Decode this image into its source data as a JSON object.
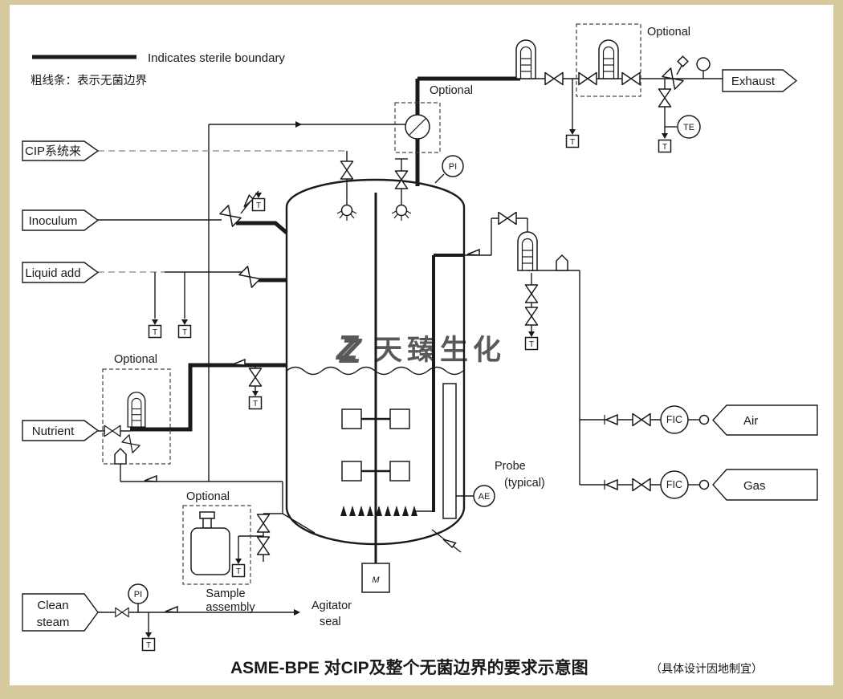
{
  "colors": {
    "background": "#d6ca9c",
    "canvas": "#ffffff",
    "ink": "#1a1a1a",
    "red": "#e60014",
    "blue": "#1414b8",
    "watermark_red": "#dd5f5f",
    "watermark_blue": "#5555cc",
    "dashed_gray": "#9a9a9a"
  },
  "legend": {
    "line_label": "Indicates sterile boundary",
    "line_label_cn": "粗线条：表示无菌边界"
  },
  "stream_tags": {
    "cip_supply": "CIP系统来",
    "inoculum": "Inoculum",
    "liquid_add": "Liquid add",
    "nutrient": "Nutrient",
    "clean_steam_line1": "Clean",
    "clean_steam_line2": "steam",
    "exhaust": "Exhaust",
    "air": "Air",
    "gas": "Gas"
  },
  "instruments": {
    "pressure_indicator": "PI",
    "temperature_element": "TE",
    "analysis_element": "AE",
    "flow_controller": "FIC",
    "steam_trap": "T",
    "motor": "M"
  },
  "annotations": {
    "optional": "Optional",
    "probe_line1": "Probe",
    "probe_line2": "(typical)",
    "sample_line1": "Sample",
    "sample_line2": "assembly",
    "agitator_line1": "Agitator",
    "agitator_line2": "seal"
  },
  "watermark": {
    "logo": "Z",
    "name": "天臻生化"
  },
  "title": {
    "main": "ASME-BPE 对CIP及整个无菌边界的要求示意图",
    "note": "（具体设计因地制宜）"
  }
}
